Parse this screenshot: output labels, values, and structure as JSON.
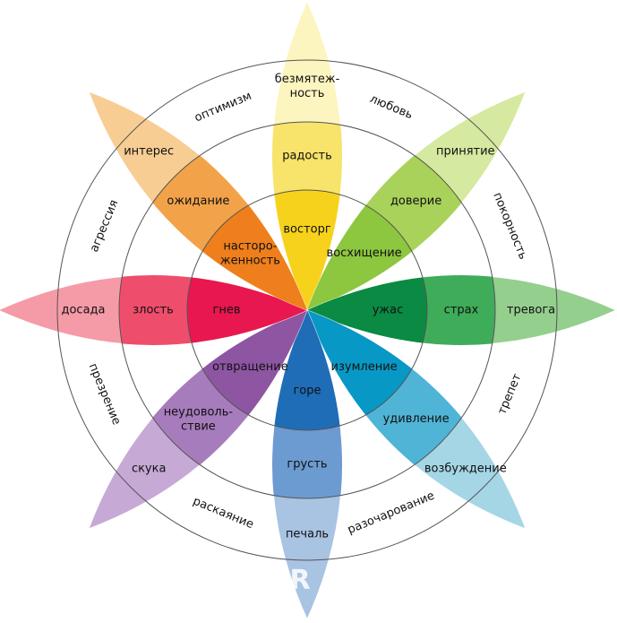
{
  "wheel": {
    "petals": [
      {
        "id": "joy",
        "angle": 0,
        "colors": [
          "#f7d21c",
          "#f8e36b",
          "#fdf5bf"
        ],
        "labels": [
          "восторг",
          "радость",
          [
            "безмятеж-",
            "ность"
          ]
        ]
      },
      {
        "id": "trust",
        "angle": 45,
        "colors": [
          "#8dc63f",
          "#a9d25a",
          "#d6e9a0"
        ],
        "labels": [
          "восхищение",
          "доверие",
          "принятие"
        ]
      },
      {
        "id": "fear",
        "angle": 90,
        "colors": [
          "#0a8a43",
          "#3fac5a",
          "#94cf8e"
        ],
        "labels": [
          "ужас",
          "страх",
          "тревога"
        ]
      },
      {
        "id": "surprise",
        "angle": 135,
        "colors": [
          "#0898c5",
          "#4fb4d6",
          "#a5d6e6"
        ],
        "labels": [
          "изумление",
          "удивление",
          "возбуждение"
        ]
      },
      {
        "id": "sadness",
        "angle": 180,
        "colors": [
          "#1f6db7",
          "#6c9bd1",
          "#a9c3e3"
        ],
        "labels": [
          "горе",
          "грусть",
          "печаль"
        ]
      },
      {
        "id": "disgust",
        "angle": 225,
        "colors": [
          "#8e55a3",
          "#a77cbc",
          "#c6a9d5"
        ],
        "labels": [
          "отвращение",
          [
            "неудоволь-",
            "ствие"
          ],
          "скука"
        ]
      },
      {
        "id": "anger",
        "angle": 270,
        "colors": [
          "#e8174f",
          "#ef4d6c",
          "#f59ba7"
        ],
        "labels": [
          "гнев",
          "злость",
          "досада"
        ]
      },
      {
        "id": "anticipation",
        "angle": 315,
        "colors": [
          "#ef7f1c",
          "#f2a34a",
          "#f8cd93"
        ],
        "labels": [
          [
            "насторо-",
            "женность"
          ],
          "ожидание",
          "интерес"
        ]
      }
    ],
    "dyads": [
      {
        "label": "оптимизм",
        "angle": 337.5
      },
      {
        "label": "любовь",
        "angle": 22.5
      },
      {
        "label": "покорность",
        "angle": 67.5
      },
      {
        "label": "трепет",
        "angle": 112.5
      },
      {
        "label": "разочарование",
        "angle": 157.5
      },
      {
        "label": "раскаяние",
        "angle": 202.5
      },
      {
        "label": "презрение",
        "angle": 247.5
      },
      {
        "label": "агрессия",
        "angle": 292.5
      }
    ],
    "watermark": "ER"
  }
}
